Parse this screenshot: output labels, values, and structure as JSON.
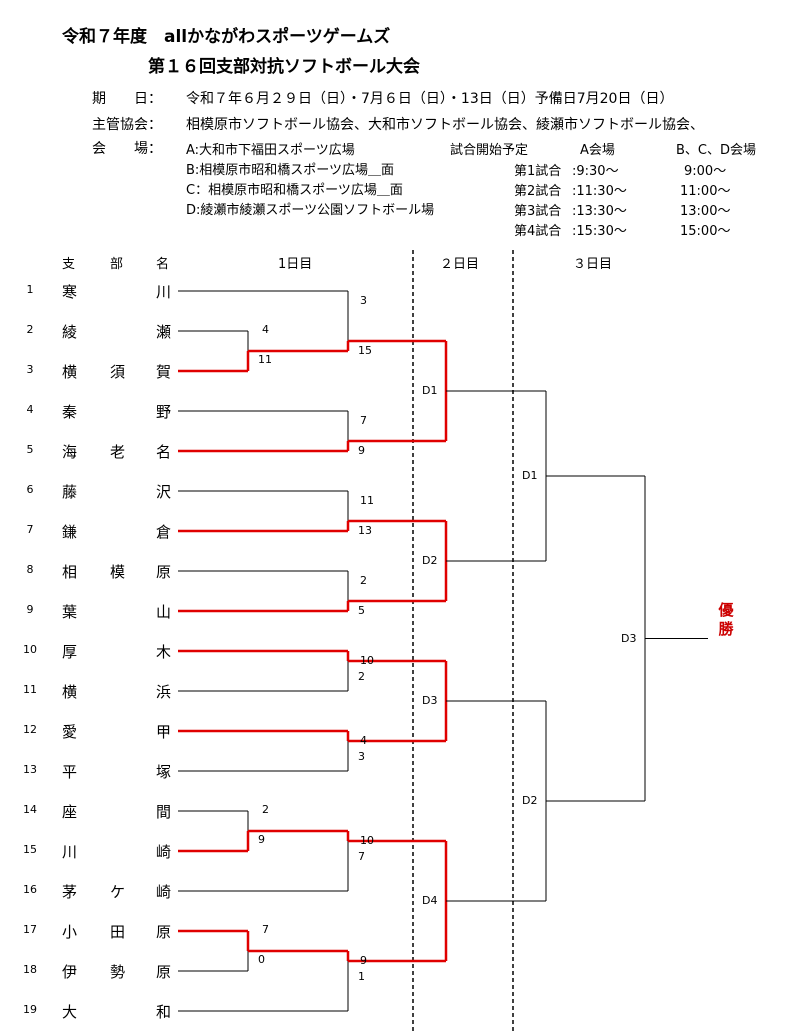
{
  "header": {
    "title_line1": "令和７年度　allかながわスポーツゲームズ",
    "title_line2": "第１６回支部対抗ソフトボール大会"
  },
  "info": {
    "date_label": "期　　日：",
    "date_value": "令和７年６月２９日（日）・7月６日（日）・13日（日）予備日7月20日（日）",
    "host_label": "主管協会：",
    "host_value": "相模原市ソフトボール協会、大和市ソフトボール協会、綾瀬市ソフトボール協会、",
    "venue_label": "会　　場：",
    "venues": [
      "A:大和市下福田スポーツ広場",
      "B:相模原市昭和橋スポーツ広場＿面",
      "C：相模原市昭和橋スポーツ広場＿面",
      "D:綾瀬市綾瀬スポーツ公園ソフトボール場"
    ],
    "schedule_title": "試合開始予定",
    "col_a": "A会場",
    "col_bcd": "B、C、D会場",
    "games": [
      {
        "label": "第1試合",
        "a": ":9:30～",
        "bcd": "9:00～"
      },
      {
        "label": "第2試合",
        "a": ":11:30～",
        "bcd": "11:00～"
      },
      {
        "label": "第3試合",
        "a": ":13:30～",
        "bcd": "13:00～"
      },
      {
        "label": "第4試合",
        "a": ":15:30～",
        "bcd": "15:00～"
      }
    ]
  },
  "columns": {
    "shibu": [
      "支",
      "部",
      "名"
    ],
    "day1": "1日目",
    "day2": "２日目",
    "day3": "３日目"
  },
  "teams": [
    {
      "no": "1",
      "c": [
        "寒",
        "",
        "川"
      ]
    },
    {
      "no": "2",
      "c": [
        "綾",
        "",
        "瀬"
      ]
    },
    {
      "no": "3",
      "c": [
        "横",
        "須",
        "賀"
      ]
    },
    {
      "no": "4",
      "c": [
        "秦",
        "",
        "野"
      ]
    },
    {
      "no": "5",
      "c": [
        "海",
        "老",
        "名"
      ]
    },
    {
      "no": "6",
      "c": [
        "藤",
        "",
        "沢"
      ]
    },
    {
      "no": "7",
      "c": [
        "鎌",
        "",
        "倉"
      ]
    },
    {
      "no": "8",
      "c": [
        "相",
        "模",
        "原"
      ]
    },
    {
      "no": "9",
      "c": [
        "葉",
        "",
        "山"
      ]
    },
    {
      "no": "10",
      "c": [
        "厚",
        "",
        "木"
      ]
    },
    {
      "no": "11",
      "c": [
        "横",
        "",
        "浜"
      ]
    },
    {
      "no": "12",
      "c": [
        "愛",
        "",
        "甲"
      ]
    },
    {
      "no": "13",
      "c": [
        "平",
        "",
        "塚"
      ]
    },
    {
      "no": "14",
      "c": [
        "座",
        "",
        "間"
      ]
    },
    {
      "no": "15",
      "c": [
        "川",
        "",
        "崎"
      ]
    },
    {
      "no": "16",
      "c": [
        "茅",
        "ケ",
        "崎"
      ]
    },
    {
      "no": "17",
      "c": [
        "小",
        "田",
        "原"
      ]
    },
    {
      "no": "18",
      "c": [
        "伊",
        "勢",
        "原"
      ]
    },
    {
      "no": "19",
      "c": [
        "大",
        "",
        "和"
      ]
    }
  ],
  "prelim_scores": [
    {
      "top": "4",
      "bottom": "11"
    },
    {
      "top": "2",
      "bottom": "9"
    },
    {
      "top": "7",
      "bottom": "0"
    }
  ],
  "round1_scores": [
    {
      "top": "3",
      "bottom": "15"
    },
    {
      "top": "7",
      "bottom": "9"
    },
    {
      "top": "11",
      "bottom": "13"
    },
    {
      "top": "2",
      "bottom": "5"
    },
    {
      "top": "10",
      "bottom": "2"
    },
    {
      "top": "4",
      "bottom": "3"
    },
    {
      "top": "10",
      "bottom": "7"
    },
    {
      "top": "9",
      "bottom": "1"
    }
  ],
  "day2_codes": [
    "D1",
    "D2",
    "D3",
    "D4"
  ],
  "day3_codes": [
    "D1",
    "D2"
  ],
  "final_code": "D3",
  "winner_label": [
    "優",
    "勝"
  ],
  "colors": {
    "winner_line": "#e00000",
    "line": "#000000",
    "winner_text": "#cc0000"
  }
}
